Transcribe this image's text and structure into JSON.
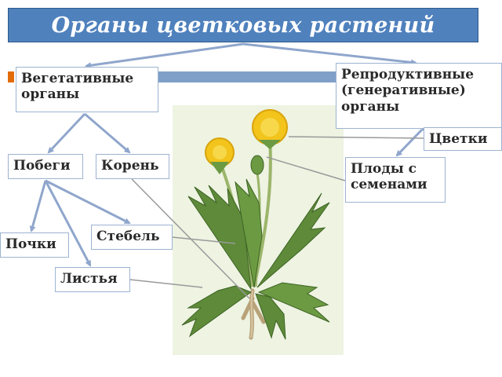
{
  "title": "Органы цветковых растений",
  "boxes": {
    "vegetative": "Вегетативные\nорганы",
    "reproductive": "Репродуктивные\n(генеративные)\nорганы",
    "shoots": "Побеги",
    "root": "Корень",
    "buds": "Почки",
    "stem": "Стебель",
    "leaves": "Листья",
    "flowers": "Цветки",
    "fruits": "Плоды с\nсеменами"
  },
  "colors": {
    "title_bar": "#4f81bd",
    "arrow": "#8fa6cc",
    "flower": "#f2c41c",
    "leaf": "#5e8a3a"
  }
}
